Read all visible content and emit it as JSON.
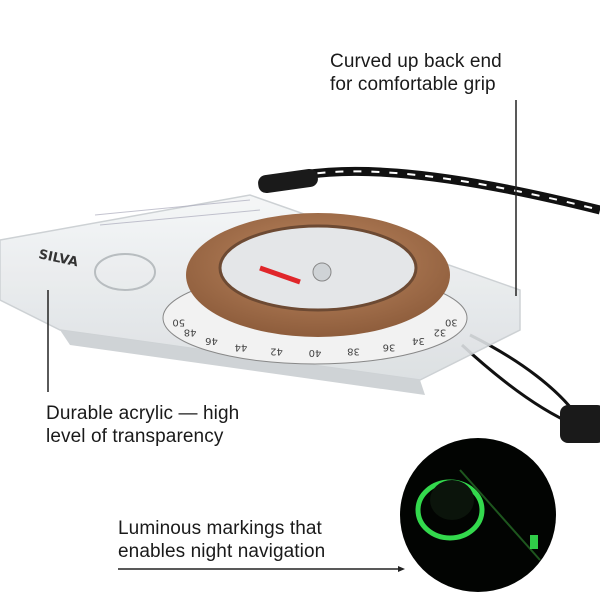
{
  "callouts": {
    "grip": {
      "line1": "Curved up back end",
      "line2": "for comfortable grip"
    },
    "acrylic": {
      "line1": "Durable acrylic — high",
      "line2": "level of transparency"
    },
    "luminous": {
      "line1": "Luminous markings that",
      "line2": "enables night navigation"
    }
  },
  "product": {
    "brand_logo": "SILVA",
    "dial_numbers": [
      "50",
      "48",
      "46",
      "44",
      "42",
      "40",
      "38",
      "36",
      "34",
      "32",
      "30"
    ]
  },
  "colors": {
    "bezel": "#b07a55",
    "glow": "#3cff5a",
    "needle": "#e0262a"
  }
}
